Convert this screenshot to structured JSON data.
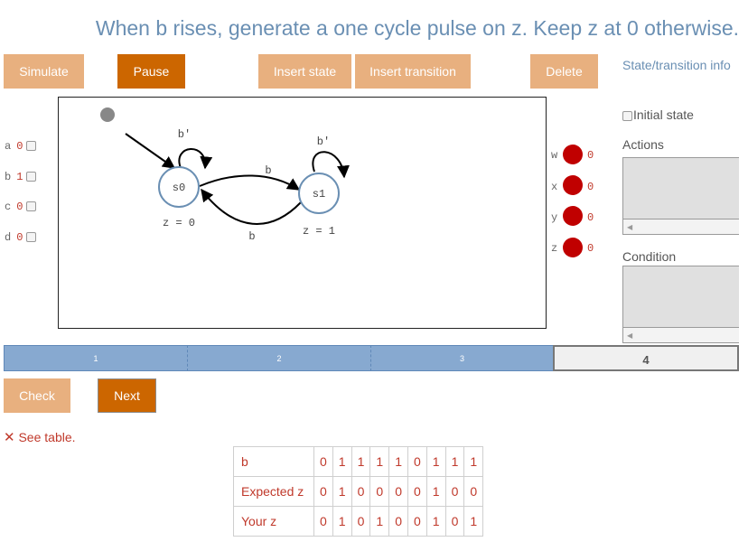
{
  "instructions": "When b rises, generate a one cycle pulse on z. Keep z at 0 otherwise.",
  "toolbar": {
    "simulate": "Simulate",
    "pause": "Pause",
    "insert_state": "Insert state",
    "insert_transition": "Insert transition",
    "delete": "Delete"
  },
  "inputs": [
    {
      "name": "a",
      "value": "0"
    },
    {
      "name": "b",
      "value": "1"
    },
    {
      "name": "c",
      "value": "0"
    },
    {
      "name": "d",
      "value": "0"
    }
  ],
  "outputs": [
    {
      "name": "w",
      "value": "0"
    },
    {
      "name": "x",
      "value": "0"
    },
    {
      "name": "y",
      "value": "0"
    },
    {
      "name": "z",
      "value": "0"
    }
  ],
  "diagram": {
    "states": [
      {
        "name": "s0",
        "action": "z = 0"
      },
      {
        "name": "s1",
        "action": "z = 1"
      }
    ],
    "transitions": {
      "s0_self": "b'",
      "s1_self": "b'",
      "s0_to_s1": "b",
      "s1_to_s0": "b"
    }
  },
  "info_panel": {
    "title": "State/transition info",
    "initial_state": "Initial state",
    "actions": "Actions",
    "condition": "Condition"
  },
  "progress": {
    "segments": [
      "1",
      "2",
      "3",
      "4"
    ],
    "current": "4"
  },
  "buttons": {
    "check": "Check",
    "next": "Next"
  },
  "feedback": {
    "icon": "✕",
    "text": "See table."
  },
  "table": {
    "rows": [
      {
        "label": "b",
        "values": [
          "0",
          "1",
          "1",
          "1",
          "1",
          "0",
          "1",
          "1",
          "1"
        ]
      },
      {
        "label": "Expected z",
        "values": [
          "0",
          "1",
          "0",
          "0",
          "0",
          "0",
          "1",
          "0",
          "0"
        ]
      },
      {
        "label": "Your z",
        "values": [
          "0",
          "1",
          "0",
          "1",
          "0",
          "0",
          "1",
          "0",
          "1"
        ]
      }
    ]
  },
  "colors": {
    "button": "#e8b07f",
    "button_active": "#cc6600",
    "accent_text": "#6a8fb3",
    "led_off": "#c00000",
    "error": "#c0392b"
  }
}
